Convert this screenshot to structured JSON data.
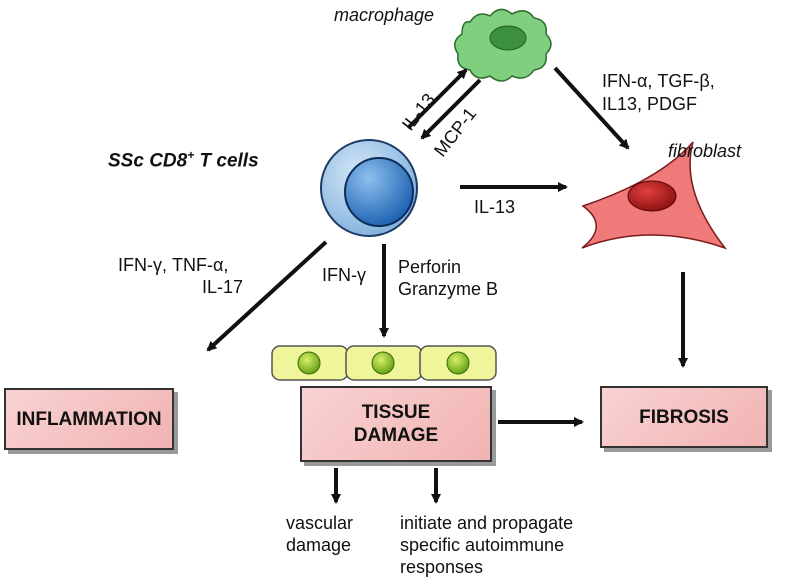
{
  "nodes": {
    "macrophage": "macrophage",
    "t_cells": "SSc CD8",
    "t_cells_sup": "+",
    "t_cells_suffix": " T cells",
    "fibroblast": "fibroblast",
    "inflammation": "INFLAMMATION",
    "tissue_damage_1": "TISSUE",
    "tissue_damage_2": "DAMAGE",
    "fibrosis": "FIBROSIS"
  },
  "edges": {
    "t_to_macrophage": "IL-13",
    "macrophage_to_t": "MCP-1",
    "macrophage_to_fibroblast_1": "IFN-α, TGF-β,",
    "macrophage_to_fibroblast_2": "IL13, PDGF",
    "t_to_fibroblast": "IL-13",
    "t_to_inflammation_1": "IFN-γ, TNF-α,",
    "t_to_inflammation_2": "IL-17",
    "t_to_tissue_left": "IFN-γ",
    "t_to_tissue_right_1": "Perforin",
    "t_to_tissue_right_2": "Granzyme B"
  },
  "outcomes": {
    "vascular_1": "vascular",
    "vascular_2": "damage",
    "autoimmune_1": "initiate and propagate",
    "autoimmune_2": "specific autoimmune",
    "autoimmune_3": "responses"
  },
  "colors": {
    "box_fill": "#f4c0c0",
    "t_cell": "#4a8fd0",
    "fibroblast": "#f07a7a",
    "macrophage": "#7fcf7f",
    "epithelial": "#eef59a"
  }
}
